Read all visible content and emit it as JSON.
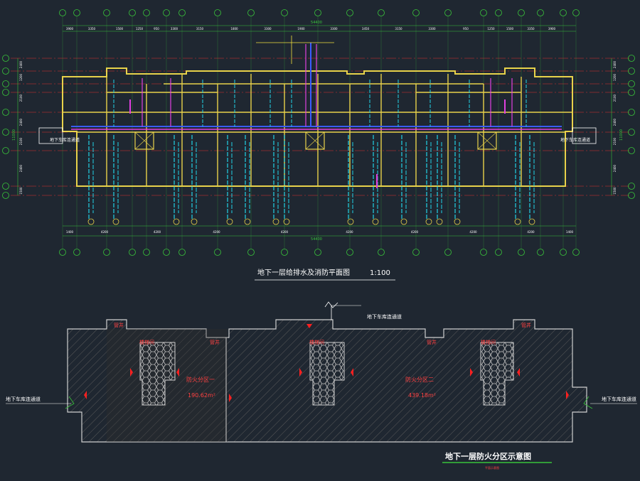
{
  "colors": {
    "background": "#1f2731",
    "wall": "#e8d24a",
    "dim": "#39c43a",
    "axis": "#e03030",
    "pipe_cyan": "#22d3e6",
    "pipe_blue": "#3a5cff",
    "pipe_magenta": "#e040e0",
    "label_red": "#ff4040",
    "white": "#ffffff"
  },
  "plan": {
    "title": "地下一层给排水及消防平面图",
    "scale": "1:100",
    "top_dims": [
      "3900",
      "3350",
      "1500",
      "1250",
      "950",
      "3300",
      "3150",
      "1800",
      "3300",
      "1900",
      "3300",
      "3450",
      "3150",
      "3300",
      "950",
      "1250",
      "1500",
      "3350",
      "3900"
    ],
    "overall_dim": "54400",
    "bottom_dims": [
      "1400",
      "4200",
      "4200",
      "4200",
      "4200",
      "4200",
      "4200",
      "4200",
      "4200",
      "1400"
    ],
    "left_dims": [
      "2400",
      "1200",
      "2100",
      "2400",
      "2100",
      "2400",
      "1500"
    ],
    "right_dims": [
      "2400",
      "1200",
      "2100",
      "2400",
      "2100",
      "2400",
      "1500"
    ],
    "total_height_dim": "11000",
    "wing_label": "地下车库连通道"
  },
  "zone": {
    "title": "地下一层防火分区示意图",
    "subtitle": "平面示意图",
    "shaft_label": "管井",
    "stair_label": "楼梯间",
    "connector_label": "地下车库连通道",
    "zones": [
      {
        "name": "防火分区一",
        "area": "190.62m²"
      },
      {
        "name": "防火分区二",
        "area": "439.18m²"
      }
    ]
  }
}
